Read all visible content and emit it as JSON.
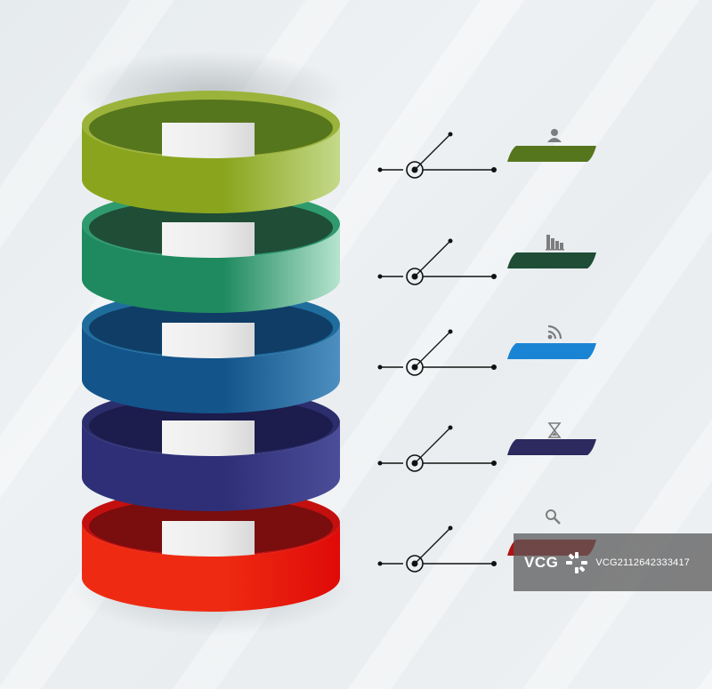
{
  "rings": [
    {
      "name": "ring-green",
      "top": "#9bb33a",
      "front_light": "#c4d98a",
      "front_dark": "#8aa51d",
      "inner": "#56761d"
    },
    {
      "name": "ring-teal",
      "top": "#2f9a6e",
      "front_light": "#b6e4cf",
      "front_dark": "#1f8a5f",
      "inner": "#1f4d36"
    },
    {
      "name": "ring-blue",
      "top": "#1f6d9d",
      "front_light": "#4e8fc0",
      "front_dark": "#13548a",
      "inner": "#0f3d66"
    },
    {
      "name": "ring-indigo",
      "top": "#2c2d6c",
      "front_light": "#4c4d98",
      "front_dark": "#2e2f77",
      "inner": "#1c1c4d"
    },
    {
      "name": "ring-red",
      "top": "#c40f0f",
      "front_light": "#e00a08",
      "front_dark": "#ee2b12",
      "inner": "#7a0d0d"
    }
  ],
  "items": [
    {
      "name": "person",
      "icon": "person-icon",
      "color": "#56761d"
    },
    {
      "name": "chart",
      "icon": "bar-chart-icon",
      "color": "#1f4d36"
    },
    {
      "name": "rss",
      "icon": "rss-icon",
      "color": "#1a84d4"
    },
    {
      "name": "hourglass",
      "icon": "hourglass-icon",
      "color": "#2c2a5e"
    },
    {
      "name": "search",
      "icon": "search-icon",
      "color": "#b21313"
    }
  ],
  "watermark": {
    "brand": "VCG",
    "id": "VCG2112642333417"
  }
}
